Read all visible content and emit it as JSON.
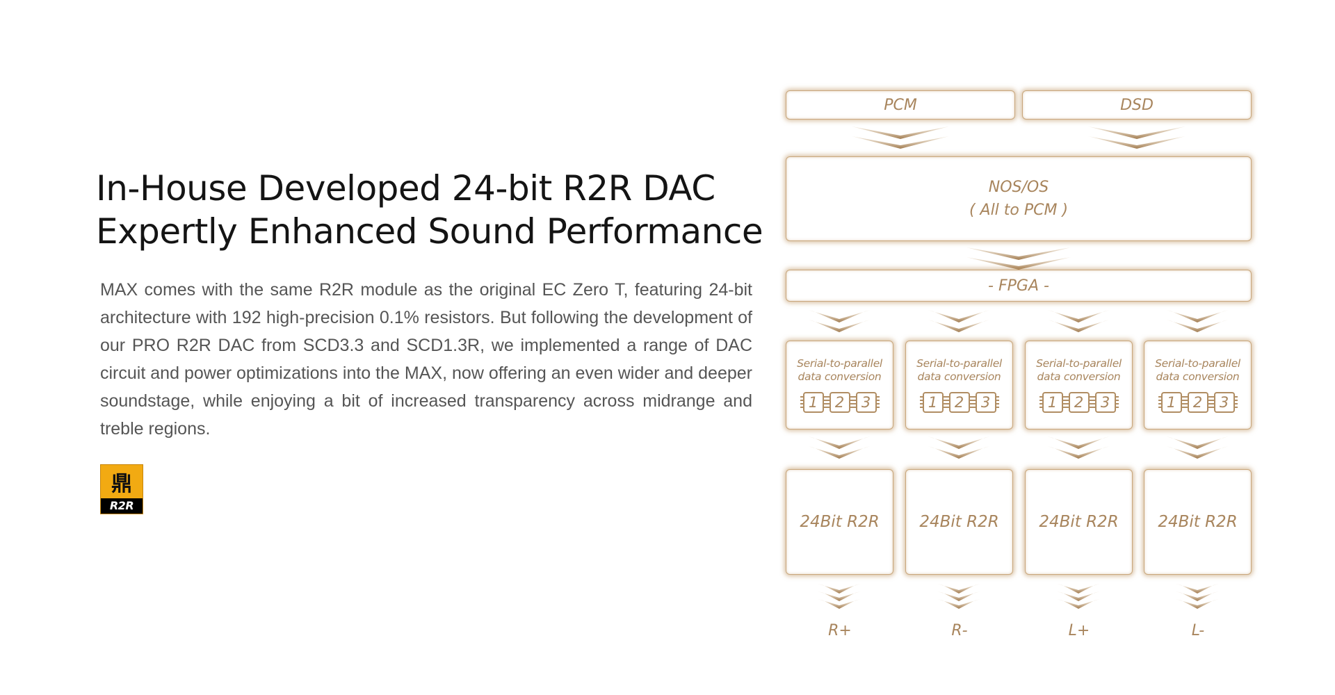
{
  "heading": {
    "line1": "In-House Developed 24-bit R2R DAC",
    "line2": "Expertly Enhanced Sound Performance"
  },
  "description": "MAX comes with the same R2R module as the original EC Zero T, featuring 24-bit architecture with 192 high-precision 0.1% resistors. But following the development of our PRO R2R DAC from SCD3.3 and SCD1.3R, we implemented a range of DAC circuit and power optimizations into the MAX, now offering an even wider and deeper soundstage, while enjoying a bit of increased transparency across midrange and treble regions.",
  "logo": {
    "glyph": "鼎",
    "band_text": "R2R"
  },
  "diagram": {
    "inputs": [
      "PCM",
      "DSD"
    ],
    "nos_os": {
      "line1": "NOS/OS",
      "line2": "( All to PCM )"
    },
    "fpga": "- FPGA -",
    "serial_to_parallel": {
      "line1": "Serial-to-parallel",
      "line2": "data conversion",
      "chips": [
        "1",
        "2",
        "3"
      ]
    },
    "r2r_label": "24Bit R2R",
    "outputs": [
      "R+",
      "R-",
      "L+",
      "L-"
    ],
    "accent_color": "#a8855d",
    "glow_color": "#b88c55"
  }
}
